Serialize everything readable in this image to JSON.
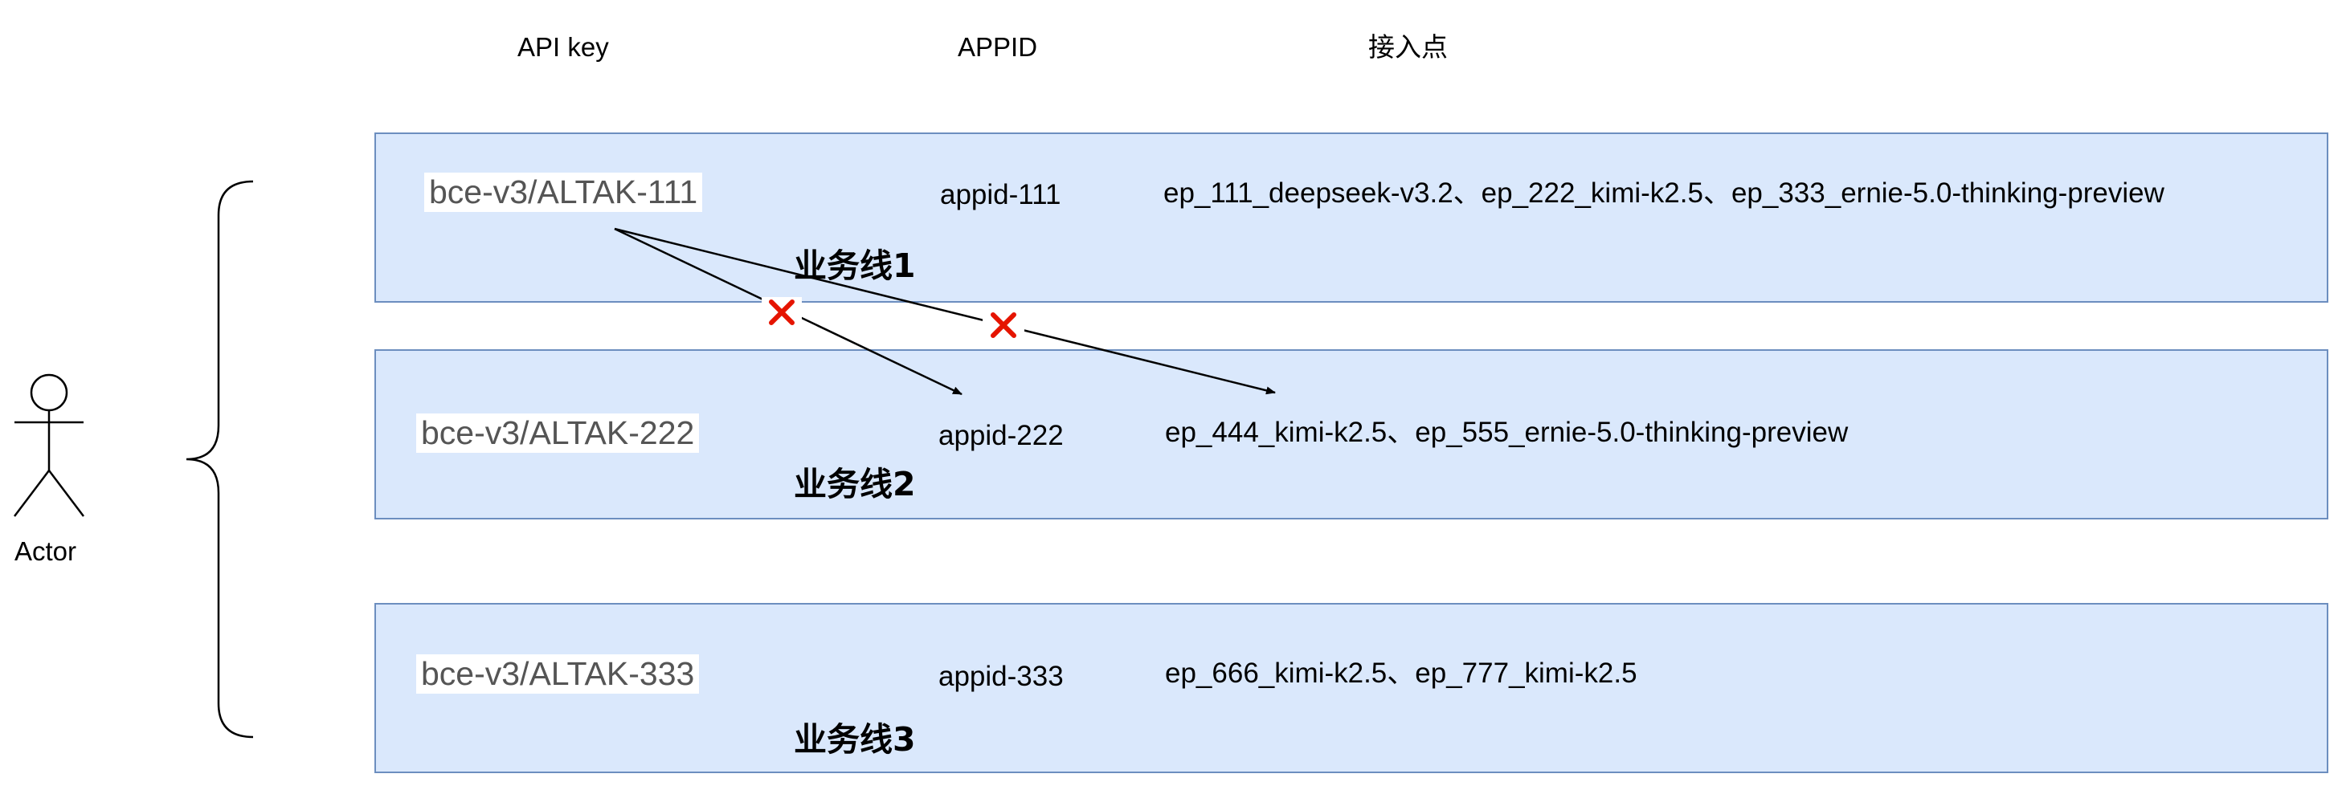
{
  "headers": {
    "api_key": "API key",
    "appid": "APPID",
    "endpoint": "接入点"
  },
  "actor": {
    "label": "Actor"
  },
  "lanes": [
    {
      "api_key": "bce-v3/ALTAK-111",
      "appid": "appid-111",
      "endpoints": "ep_111_deepseek-v3.2、ep_222_kimi-k2.5、ep_333_ernie-5.0-thinking-preview",
      "label": "业务线1"
    },
    {
      "api_key": "bce-v3/ALTAK-222",
      "appid": "appid-222",
      "endpoints": "ep_444_kimi-k2.5、ep_555_ernie-5.0-thinking-preview",
      "label": "业务线2"
    },
    {
      "api_key": "bce-v3/ALTAK-333",
      "appid": "appid-333",
      "endpoints": "ep_666_kimi-k2.5、ep_777_kimi-k2.5",
      "label": "业务线3"
    }
  ],
  "colors": {
    "lane_fill": "#dae8fc",
    "lane_border": "#6c8ebf",
    "deny_mark": "#e51400"
  }
}
